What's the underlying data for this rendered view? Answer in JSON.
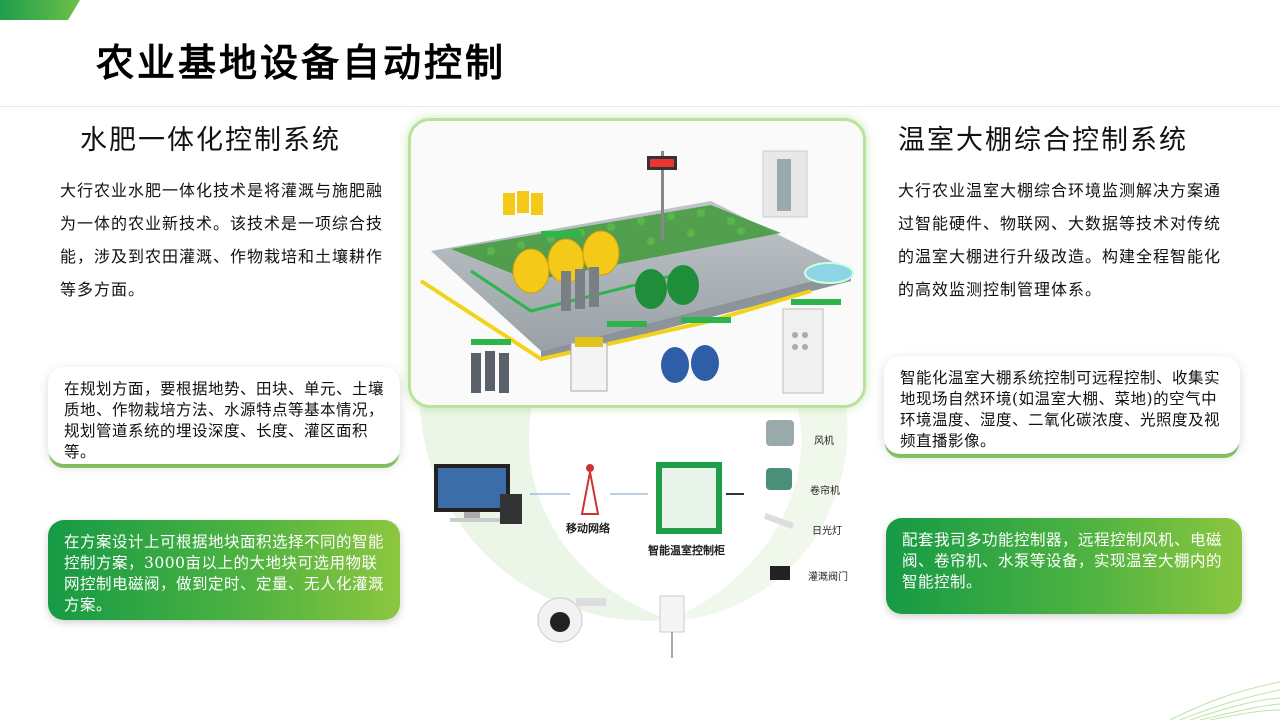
{
  "header": {
    "title": "农业基地设备自动控制"
  },
  "left": {
    "title": "水肥一体化控制系统",
    "paragraph": "大行农业水肥一体化技术是将灌溉与施肥融为一体的农业新技术。该技术是一项综合技能，涉及到农田灌溉、作物栽培和土壤耕作等多方面。",
    "card1": "在规划方面，要根据地势、田块、单元、土壤质地、作物栽培方法、水源特点等基本情况，规划管道系统的埋设深度、长度、灌区面积等。",
    "card2": "在方案设计上可根据地块面积选择不同的智能控制方案，3000亩以上的大地块可选用物联网控制电磁阀，做到定时、定量、无人化灌溉方案。"
  },
  "right": {
    "title": "温室大棚综合控制系统",
    "paragraph": "大行农业温室大棚综合环境监测解决方案通过智能硬件、物联网、大数据等技术对传统的温室大棚进行升级改造。构建全程智能化的高效监测控制管理体系。",
    "card1": "智能化温室大棚系统控制可远程控制、收集实地现场自然环境(如温室大棚、菜地)的空气中环境温度、湿度、二氧化碳浓度、光照度及视频直播影像。",
    "card2": "配套我司多功能控制器，远程控制风机、电磁阀、卷帘机、水泵等设备，实现温室大棚内的智能控制。"
  },
  "diagram": {
    "network": "移动网络",
    "cabinet": "智能温室控制柜",
    "devices": [
      "风机",
      "卷帘机",
      "日光灯",
      "灌溉阀门"
    ]
  },
  "colors": {
    "accent": "#1e9e4a",
    "light_green": "#8cc63f"
  }
}
